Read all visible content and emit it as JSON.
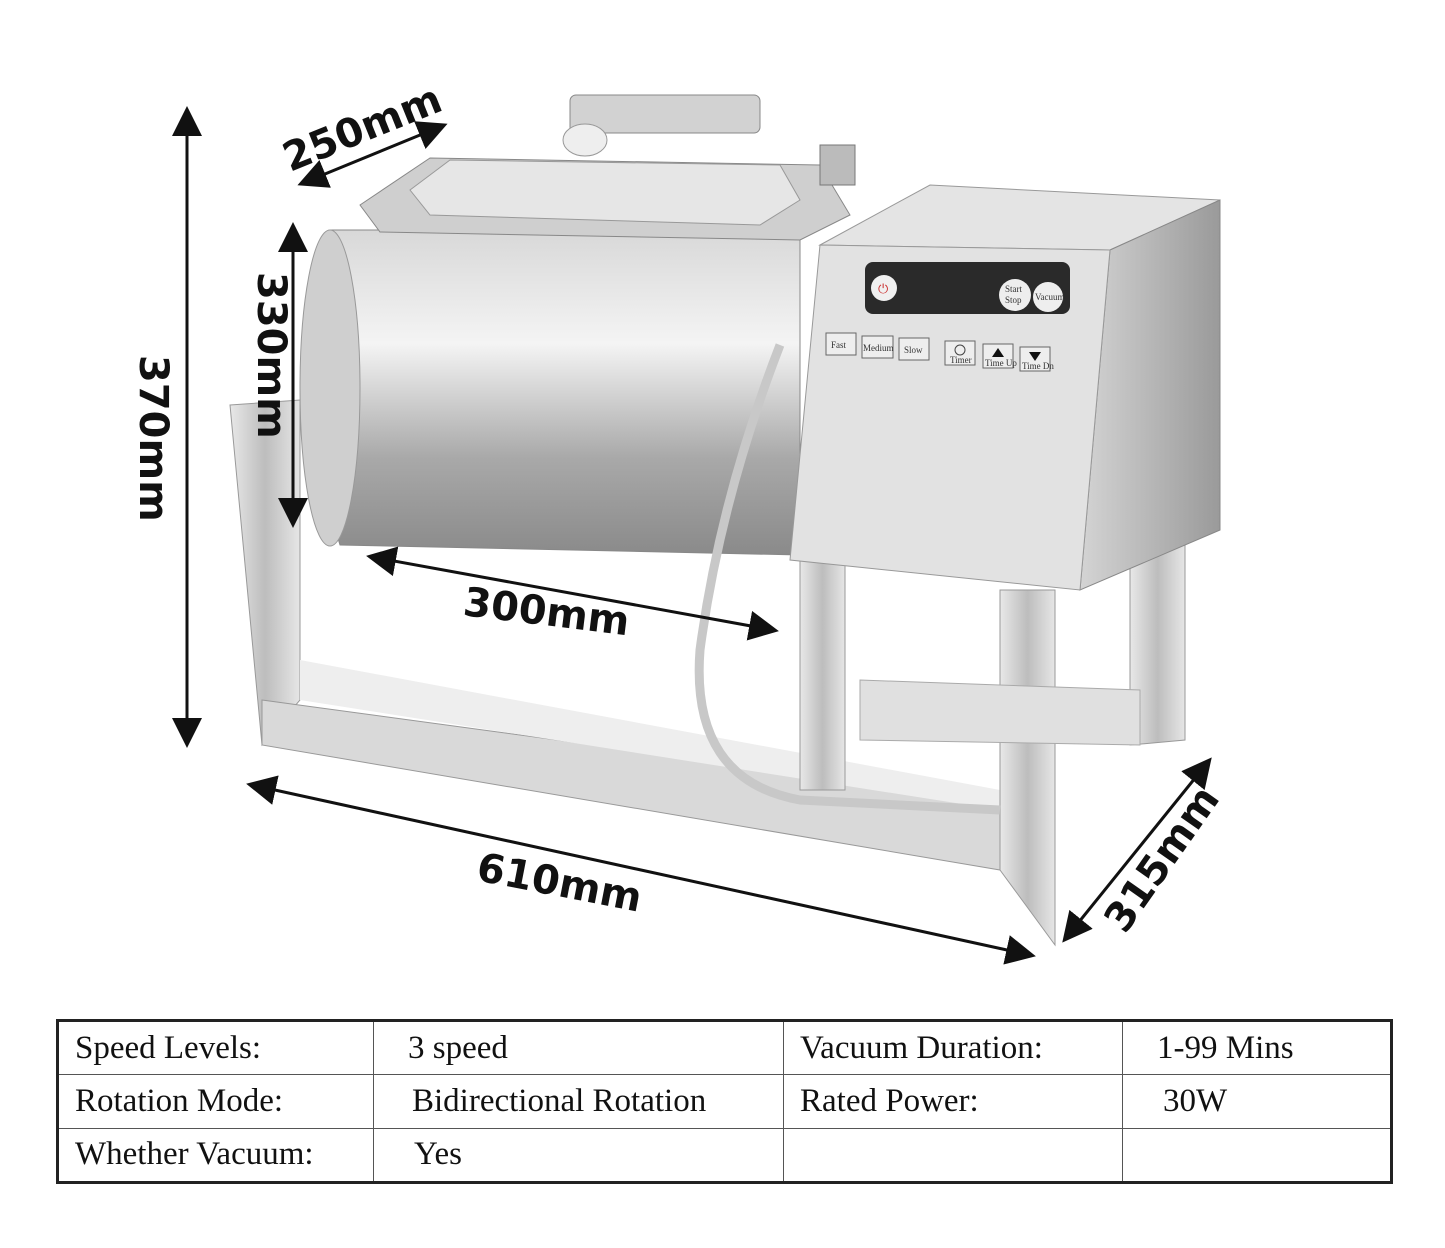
{
  "dimensions": {
    "overall_height": "370mm",
    "lid_width": "250mm",
    "drum_height": "330mm",
    "drum_length": "300mm",
    "overall_length": "610mm",
    "overall_depth": "315mm"
  },
  "control_panel": {
    "start_stop": [
      "Start",
      "Stop"
    ],
    "vacuum": "Vacuum",
    "fast": "Fast",
    "medium": "Medium",
    "slow": "Slow",
    "timer": "Timer",
    "time_up": "Time Up",
    "time_down": "Time Dn",
    "icons": [
      "power-icon",
      "timer-icon",
      "up-arrow-icon",
      "down-arrow-icon"
    ]
  },
  "spec_table": {
    "rows": [
      [
        {
          "label": "Speed Levels:",
          "value": "3 speed"
        },
        {
          "label": "Vacuum Duration:",
          "value": "1-99 Mins"
        }
      ],
      [
        {
          "label": "Rotation Mode:",
          "value": "Bidirectional Rotation"
        },
        {
          "label": "Rated Power:",
          "value": "30W"
        }
      ],
      [
        {
          "label": "Whether Vacuum:",
          "value": "Yes"
        },
        {
          "label": "",
          "value": ""
        }
      ]
    ]
  }
}
